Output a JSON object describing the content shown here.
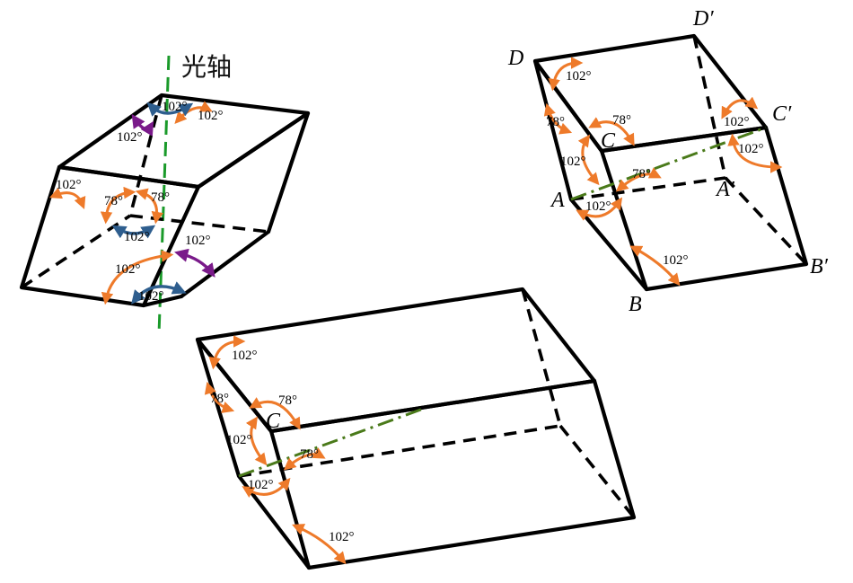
{
  "diagram": {
    "axis_label": "光轴",
    "angles": {
      "obtuse": "102°",
      "acute": "78°"
    },
    "vertices": {
      "A": "A",
      "B": "B",
      "C": "C",
      "D": "D",
      "A_prime": "A′",
      "B_prime": "B′",
      "C_prime": "C′",
      "D_prime": "D′"
    },
    "colors": {
      "edges": "#000000",
      "angle_arcs": "#ee7a2a",
      "blue_arcs": "#2e5e8e",
      "purple_arcs": "#7a1a8a",
      "optic_axis": "#1a9a2a",
      "body_diagonal": "#4a7a1a"
    }
  }
}
